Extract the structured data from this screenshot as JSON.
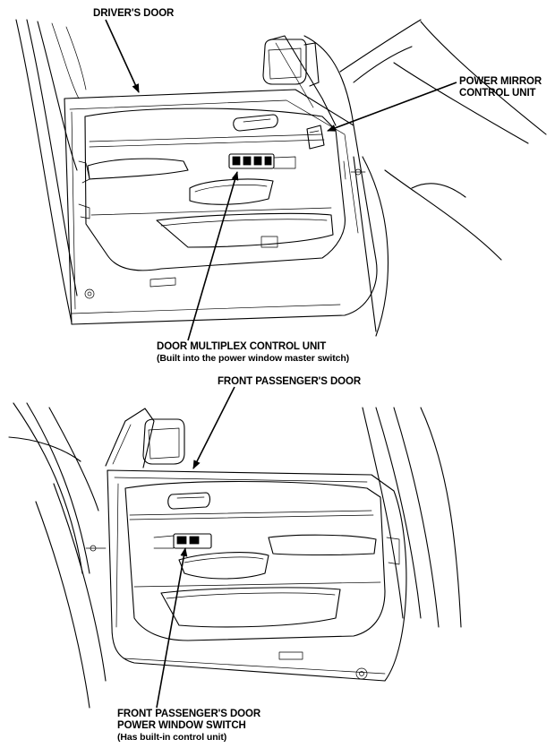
{
  "labels": {
    "drivers_door": "DRIVER'S DOOR",
    "power_mirror_line1": "POWER MIRROR",
    "power_mirror_line2": "CONTROL UNIT",
    "door_multiplex_line1": "DOOR MULTIPLEX CONTROL UNIT",
    "door_multiplex_line2": "(Built into the power window master switch)",
    "front_passengers_door": "FRONT PASSENGER'S DOOR",
    "passenger_switch_line1": "FRONT PASSENGER'S DOOR",
    "passenger_switch_line2": "POWER WINDOW SWITCH",
    "passenger_switch_line3": "(Has built-in control unit)"
  }
}
